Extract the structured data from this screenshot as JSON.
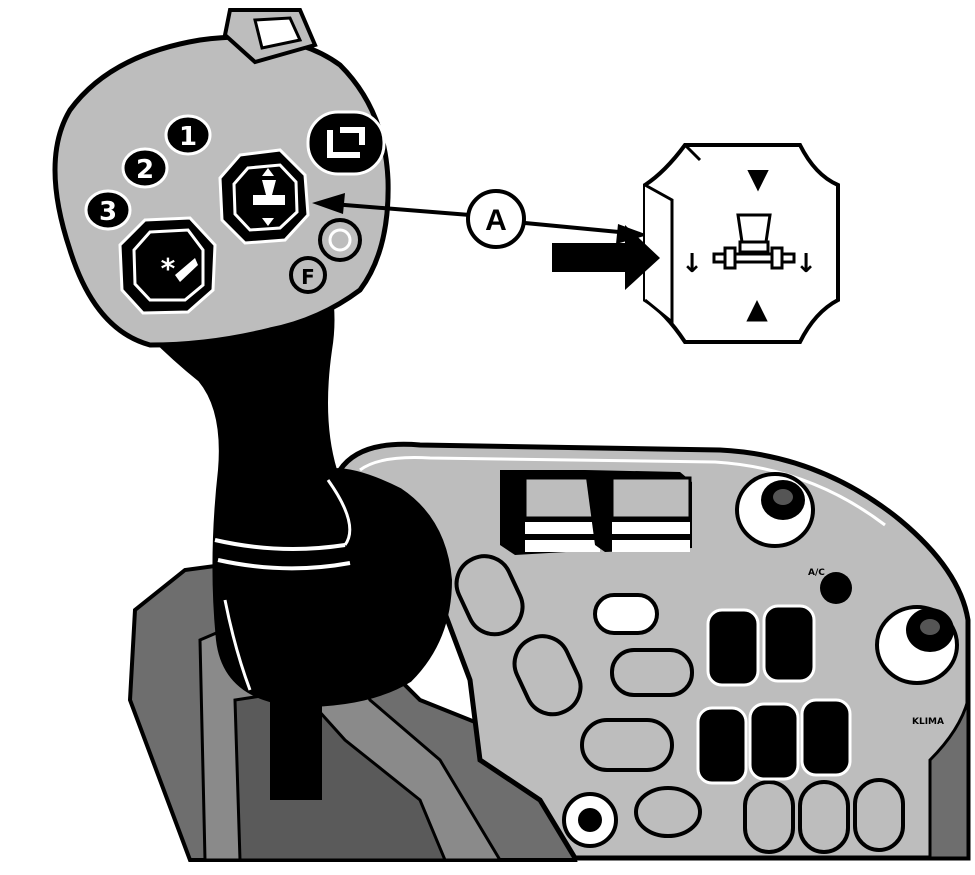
{
  "callout": {
    "label": "A"
  },
  "joystick": {
    "buttons": [
      {
        "id": "one",
        "label": "1"
      },
      {
        "id": "two",
        "label": "2"
      },
      {
        "id": "three",
        "label": "3"
      }
    ],
    "knob_label": "F"
  },
  "inset": {
    "arrow_up": "▲",
    "arrow_down": "▼",
    "side_arrow_left": "↓",
    "side_arrow_right": "↓"
  },
  "console": {
    "knob_labels": [
      "A/C",
      "KLIMA"
    ]
  },
  "colors": {
    "housing_grey": "#bdbdbd",
    "dark_grey": "#6e6e6e",
    "black": "#000000",
    "white": "#ffffff"
  }
}
